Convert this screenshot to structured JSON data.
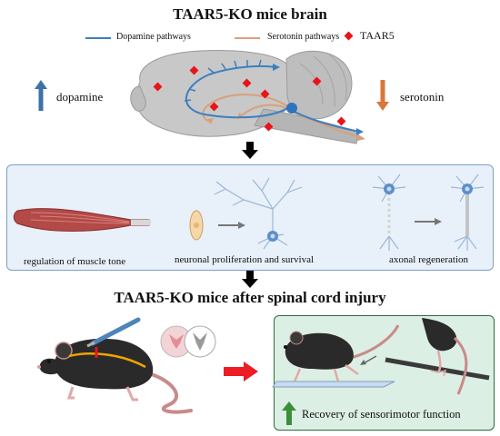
{
  "top": {
    "title": "TAAR5-KO mice brain",
    "legend": {
      "dopamine_pathways": "Dopamine pathways",
      "serotonin_pathways": "Serotonin  pathways",
      "taar5": "TAAR5"
    },
    "dopamine_label": "dopamine",
    "serotonin_label": "serotonin"
  },
  "middle": {
    "items": [
      "regulation of muscle tone",
      "neuronal proliferation and survival",
      "axonal regeneration"
    ]
  },
  "bottom": {
    "title": "TAAR5-KO mice after spinal cord injury",
    "result_label": "Recovery of sensorimotor function"
  },
  "colors": {
    "dopamine": "#3d7fc0",
    "serotonin": "#d9a07c",
    "taar5_marker": "#e8141b",
    "up_arrow_dopamine": "#3d72a8",
    "down_arrow_serotonin": "#d9773a",
    "panel_fill": "#e8f0fa",
    "panel_border": "#7f9fc6",
    "result_fill": "#dcefe4",
    "result_border": "#2f6b3a",
    "green_arrow": "#3b8f3b",
    "red_arrow": "#ee1c25"
  }
}
